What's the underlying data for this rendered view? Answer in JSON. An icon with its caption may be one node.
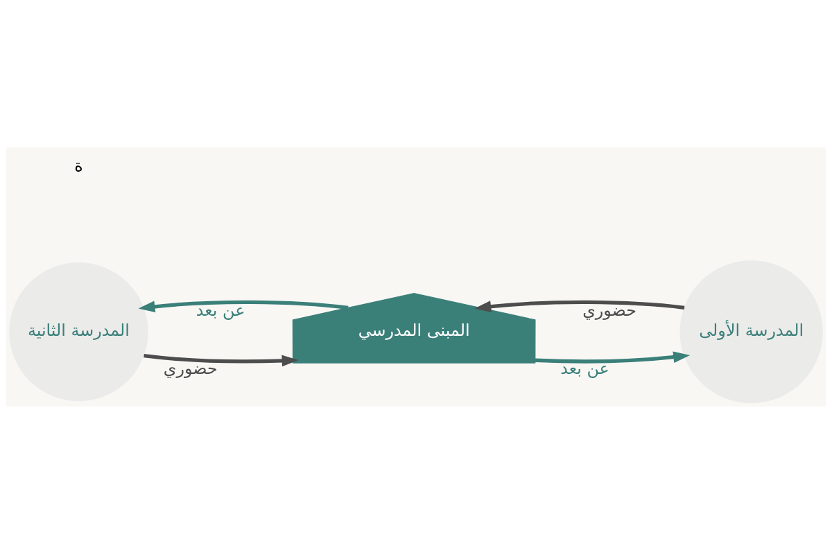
{
  "diagram": {
    "nodes": [
      {
        "text": [
          "المدرسة الثانية"
        ]
      },
      {
        "text": [
          "المبنى المدرسي"
        ]
      },
      {
        "text": [
          "المدرسة الأولى"
        ]
      }
    ],
    "edges": [
      {
        "from": 0,
        "to": 1,
        "arrow": "to",
        "label": "حضوري",
        "color": "#4d4d4d"
      },
      {
        "from": 1,
        "to": 2,
        "arrow": "to",
        "label": "عن بعد",
        "color": "#3b7f79"
      },
      {
        "from": 2,
        "to": 1,
        "arrow": "to",
        "label": "حضوري",
        "color": "#4d4d4d"
      },
      {
        "from": 1,
        "to": 0,
        "arrow": "to",
        "label": "عن بعد",
        "color": "#3b7f79"
      }
    ],
    "labels": [
      "ة"
    ]
  }
}
